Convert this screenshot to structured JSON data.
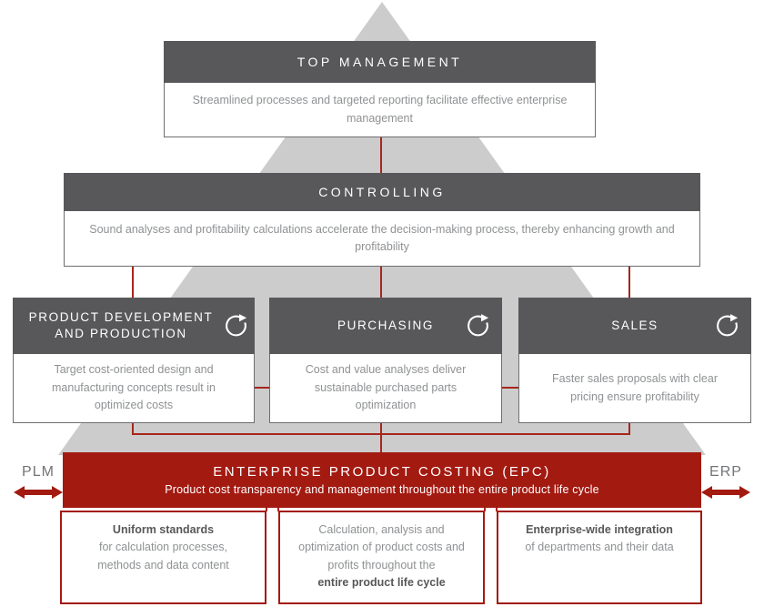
{
  "colors": {
    "header_bg": "#58585a",
    "pyramid_gray": "#cccccc",
    "banner_red": "#a31a11",
    "connector_red": "#a8261c",
    "body_text_gray": "#8f9193",
    "bold_text_gray": "#58585a",
    "box_border_gray": "#6d6e70",
    "white": "#ffffff"
  },
  "top_management": {
    "title": "TOP MANAGEMENT",
    "description": "Streamlined processes and targeted reporting facilitate effective enterprise management"
  },
  "controlling": {
    "title": "CONTROLLING",
    "description": "Sound analyses and profitability calculations accelerate the decision-making process, thereby enhancing growth and profitability"
  },
  "departments": [
    {
      "lines": [
        "PRODUCT DEVELOPMENT",
        "AND PRODUCTION"
      ],
      "description": "Target cost-oriented design and manufacturing concepts result in optimized costs",
      "icon": "cycle-arrow-icon"
    },
    {
      "lines": [
        "PURCHASING"
      ],
      "description": "Cost and value analyses deliver sustainable purchased parts optimization",
      "icon": "cycle-arrow-icon"
    },
    {
      "lines": [
        "SALES"
      ],
      "description": "Faster sales proposals with clear pricing ensure profitability",
      "icon": "cycle-arrow-icon"
    }
  ],
  "banner": {
    "title": "ENTERPRISE PRODUCT COSTING (EPC)",
    "subtitle": "Product cost transparency and management throughout the entire product life cycle"
  },
  "plm": {
    "label": "PLM",
    "icon": "double-arrow-icon"
  },
  "erp": {
    "label": "ERP",
    "icon": "double-arrow-icon"
  },
  "benefits": [
    {
      "pre_bold": "",
      "bold": "Uniform standards",
      "post_bold": "for calculation processes, methods and data content"
    },
    {
      "pre_bold": "Calculation, analysis and optimization of product costs and profits throughout the",
      "bold": "entire product life cycle",
      "post_bold": ""
    },
    {
      "pre_bold": "",
      "bold": "Enterprise-wide integration",
      "post_bold": "of departments and their data"
    }
  ]
}
